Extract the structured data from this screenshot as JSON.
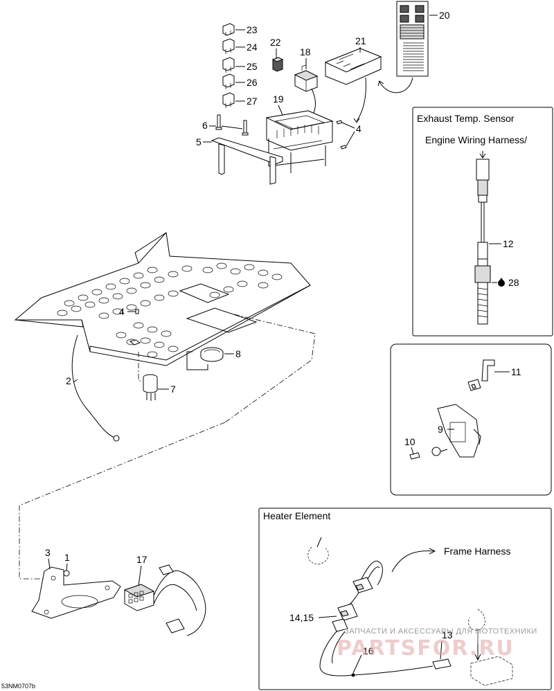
{
  "drawing_code": "53NM0707b",
  "captions": {
    "exhaust_temp_sensor": "Exhaust Temp. Sensor",
    "engine_wiring_harness": "Engine Wiring Harness/",
    "heater_element": "Heater Element",
    "frame_harness": "Frame Harness"
  },
  "callouts": {
    "c1": "1",
    "c2": "2",
    "c3": "3",
    "c4a": "4",
    "c4b": "4",
    "c5": "5",
    "c6": "6",
    "c7": "7",
    "c8": "8",
    "c9": "9",
    "c10": "10",
    "c11": "11",
    "c12": "12",
    "c13": "13",
    "c14_15": "14,15",
    "c16": "16",
    "c17": "17",
    "c18": "18",
    "c19": "19",
    "c20": "20",
    "c21": "21",
    "c22": "22",
    "c23": "23",
    "c24": "24",
    "c25": "25",
    "c26": "26",
    "c27": "27",
    "c28": "28"
  },
  "watermark": {
    "text": "ЗАПЧАСТИ И АКСЕССУАРЫ ДЛЯ МОТОТЕХНИКИ",
    "logo": "PARTSFOR.RU"
  }
}
